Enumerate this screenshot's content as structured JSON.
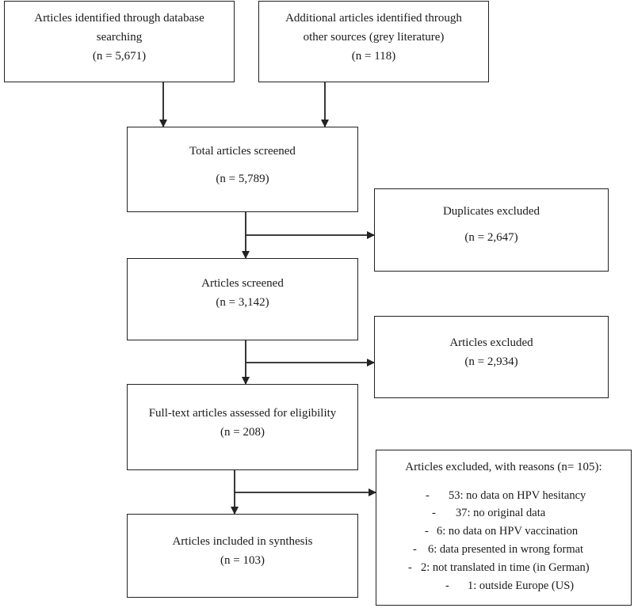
{
  "boxes": {
    "database": {
      "line1": "Articles identified through database",
      "line2": "searching",
      "count": "(n = 5,671)"
    },
    "additional": {
      "line1": "Additional articles identified through",
      "line2": "other sources (grey literature)",
      "count": "(n = 118)"
    },
    "total": {
      "line1": "Total articles screened",
      "count": "(n = 5,789)"
    },
    "duplicates": {
      "line1": "Duplicates excluded",
      "count": "(n = 2,647)"
    },
    "screened": {
      "line1": "Articles screened",
      "count": "(n = 3,142)"
    },
    "excluded": {
      "line1": "Articles excluded",
      "count": "(n = 2,934)"
    },
    "fulltext": {
      "line1": "Full-text articles assessed for eligibility",
      "count": "(n =  208)"
    },
    "reasons": {
      "title": "Articles excluded, with reasons (n= 105):",
      "items": [
        {
          "dash": "-",
          "text": "53: no data on HPV hesitancy"
        },
        {
          "dash": "-",
          "text": "37: no original data"
        },
        {
          "dash": "-",
          "text": "6: no data on HPV vaccination"
        },
        {
          "dash": "-",
          "text": "6: data presented in wrong format"
        },
        {
          "dash": "-",
          "text": "2: not translated in time (in German)"
        },
        {
          "dash": "-",
          "text": "1: outside Europe (US)"
        }
      ]
    },
    "included": {
      "line1": "Articles included in synthesis",
      "count": "(n = 103)"
    }
  }
}
